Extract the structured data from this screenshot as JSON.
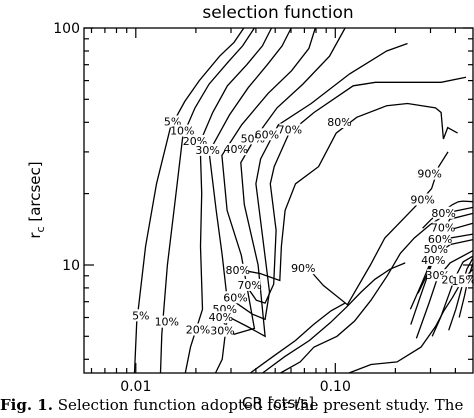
{
  "chart_data": {
    "type": "contour",
    "title": "selection function",
    "xlabel": "CR [cts/s]",
    "ylabel": "r",
    "ylabel_subscript": "c",
    "ylabel_suffix": " [arcsec]",
    "xscale": "log",
    "yscale": "log",
    "xlim": [
      0.0055,
      0.49
    ],
    "ylim": [
      3.5,
      100
    ],
    "x_ticks": [
      {
        "value": 0.01,
        "label": "0.01"
      },
      {
        "value": 0.1,
        "label": "0.10"
      }
    ],
    "y_ticks": [
      {
        "value": 10,
        "label": "10"
      },
      {
        "value": 100,
        "label": "100"
      }
    ],
    "contour_labels": [
      {
        "text": "5%",
        "x": 0.0153,
        "y": 40.3
      },
      {
        "text": "10%",
        "x": 0.0171,
        "y": 36.9
      },
      {
        "text": "20%",
        "x": 0.0198,
        "y": 33.4
      },
      {
        "text": "30%",
        "x": 0.0229,
        "y": 30.6
      },
      {
        "text": "40%",
        "x": 0.0317,
        "y": 30.8
      },
      {
        "text": "50%",
        "x": 0.0386,
        "y": 34.2
      },
      {
        "text": "60%",
        "x": 0.0454,
        "y": 35.6
      },
      {
        "text": "70%",
        "x": 0.0592,
        "y": 37.3
      },
      {
        "text": "80%",
        "x": 0.105,
        "y": 40.1
      },
      {
        "text": "90%",
        "x": 0.274,
        "y": 18.9
      },
      {
        "text": "90%",
        "x": 0.297,
        "y": 24.3
      },
      {
        "text": "90%",
        "x": 0.0691,
        "y": 9.69
      },
      {
        "text": "80%",
        "x": 0.0324,
        "y": 9.54
      },
      {
        "text": "80%",
        "x": 0.349,
        "y": 16.6
      },
      {
        "text": "70%",
        "x": 0.0372,
        "y": 8.24
      },
      {
        "text": "70%",
        "x": 0.347,
        "y": 14.4
      },
      {
        "text": "60%",
        "x": 0.0316,
        "y": 7.3
      },
      {
        "text": "60%",
        "x": 0.335,
        "y": 12.9
      },
      {
        "text": "50%",
        "x": 0.0279,
        "y": 6.51
      },
      {
        "text": "50%",
        "x": 0.319,
        "y": 11.7
      },
      {
        "text": "40%",
        "x": 0.0267,
        "y": 6.02
      },
      {
        "text": "40%",
        "x": 0.31,
        "y": 10.5
      },
      {
        "text": "30%",
        "x": 0.0272,
        "y": 5.28
      },
      {
        "text": "30%",
        "x": 0.326,
        "y": 9.05
      },
      {
        "text": "20%",
        "x": 0.0205,
        "y": 5.34
      },
      {
        "text": "20%",
        "x": 0.392,
        "y": 8.68
      },
      {
        "text": "10%",
        "x": 0.0143,
        "y": 5.76
      },
      {
        "text": "10%",
        "x": 0.44,
        "y": 8.55
      },
      {
        "text": "5%",
        "x": 0.0106,
        "y": 6.13
      },
      {
        "text": "5%",
        "x": 0.458,
        "y": 8.67
      }
    ],
    "contours": [
      {
        "level": "5%",
        "points": [
          [
            0.00985,
            3.5
          ],
          [
            0.0101,
            5.7
          ],
          [
            0.0112,
            12
          ],
          [
            0.0127,
            22
          ],
          [
            0.0149,
            38
          ],
          [
            0.0176,
            49
          ],
          [
            0.0208,
            60
          ],
          [
            0.0263,
            76
          ],
          [
            0.0311,
            87
          ],
          [
            0.0348,
            100
          ]
        ]
      },
      {
        "level": "10%",
        "points": [
          [
            0.0133,
            3.5
          ],
          [
            0.0135,
            5.1
          ],
          [
            0.0144,
            10
          ],
          [
            0.0159,
            20
          ],
          [
            0.0172,
            35
          ],
          [
            0.0198,
            46
          ],
          [
            0.0233,
            58
          ],
          [
            0.0291,
            72
          ],
          [
            0.0343,
            84
          ],
          [
            0.0393,
            100
          ]
        ]
      },
      {
        "level": "20%",
        "points": [
          [
            0.0177,
            3.5
          ],
          [
            0.0188,
            4.5
          ],
          [
            0.0216,
            6.5
          ],
          [
            0.0211,
            12
          ],
          [
            0.0214,
            20
          ],
          [
            0.021,
            33
          ],
          [
            0.0243,
            44
          ],
          [
            0.0288,
            57
          ],
          [
            0.036,
            70
          ],
          [
            0.0431,
            84
          ],
          [
            0.0479,
            100
          ]
        ]
      },
      {
        "level": "30%",
        "points": [
          [
            0.0251,
            3.5
          ],
          [
            0.0271,
            4.0
          ],
          [
            0.0291,
            6.5
          ],
          [
            0.0271,
            11
          ],
          [
            0.0253,
            17
          ],
          [
            0.0233,
            30
          ],
          [
            0.0295,
            43
          ],
          [
            0.0366,
            56
          ],
          [
            0.0456,
            70
          ],
          [
            0.0541,
            84
          ],
          [
            0.0601,
            100
          ]
        ]
      },
      {
        "level": "40%",
        "points": [
          [
            0.0271,
            5.8
          ],
          [
            0.0311,
            5.1
          ],
          [
            0.0393,
            5.4
          ],
          [
            0.0338,
            11
          ],
          [
            0.0287,
            17
          ],
          [
            0.027,
            29
          ],
          [
            0.0339,
            39
          ],
          [
            0.0461,
            53
          ],
          [
            0.0603,
            66
          ],
          [
            0.0737,
            82
          ],
          [
            0.0794,
            100
          ]
        ]
      },
      {
        "level": "50%",
        "points": [
          [
            0.0285,
            6.1
          ],
          [
            0.0362,
            5.5
          ],
          [
            0.0445,
            5.0
          ],
          [
            0.041,
            10
          ],
          [
            0.035,
            18
          ],
          [
            0.0336,
            27
          ],
          [
            0.0393,
            34
          ],
          [
            0.051,
            46
          ],
          [
            0.0688,
            58
          ],
          [
            0.0935,
            76
          ],
          [
            0.112,
            100
          ]
        ]
      },
      {
        "level": "60%",
        "points": [
          [
            0.0312,
            7.0
          ],
          [
            0.0384,
            6.2
          ],
          [
            0.0445,
            5.9
          ],
          [
            0.0468,
            7.7
          ],
          [
            0.0428,
            14
          ],
          [
            0.04,
            22
          ],
          [
            0.0422,
            28
          ],
          [
            0.0518,
            39
          ],
          [
            0.0757,
            48
          ],
          [
            0.118,
            64
          ],
          [
            0.181,
            80
          ],
          [
            0.23,
            86
          ]
        ]
      },
      {
        "level": "70%",
        "points": [
          [
            0.0368,
            7.9
          ],
          [
            0.0402,
            7.1
          ],
          [
            0.0445,
            6.9
          ],
          [
            0.0491,
            8.3
          ],
          [
            0.0505,
            14
          ],
          [
            0.0472,
            22
          ],
          [
            0.0494,
            26
          ],
          [
            0.0587,
            36
          ],
          [
            0.0782,
            44
          ],
          [
            0.123,
            57
          ],
          [
            0.159,
            59
          ],
          [
            0.241,
            59
          ],
          [
            0.339,
            59
          ],
          [
            0.452,
            62
          ]
        ]
      },
      {
        "level": "80%",
        "points": [
          [
            0.0318,
            9.6
          ],
          [
            0.042,
            9.2
          ],
          [
            0.0527,
            8.6
          ],
          [
            0.0537,
            12
          ],
          [
            0.056,
            17
          ],
          [
            0.0632,
            22
          ],
          [
            0.0825,
            26
          ],
          [
            0.101,
            36
          ],
          [
            0.128,
            42
          ],
          [
            0.181,
            47
          ],
          [
            0.23,
            48
          ],
          [
            0.318,
            46
          ],
          [
            0.339,
            44
          ],
          [
            0.348,
            34
          ],
          [
            0.366,
            38
          ],
          [
            0.41,
            36
          ]
        ]
      },
      {
        "level": "90%",
        "points": [
          [
            0.0605,
            9.9
          ],
          [
            0.0771,
            9.2
          ],
          [
            0.0871,
            8.2
          ],
          [
            0.115,
            6.8
          ],
          [
            0.15,
            10
          ],
          [
            0.177,
            13
          ],
          [
            0.225,
            16
          ],
          [
            0.274,
            19
          ],
          [
            0.304,
            21
          ],
          [
            0.33,
            26
          ],
          [
            0.367,
            30
          ]
        ]
      },
      {
        "level": "80%",
        "points": [
          [
            0.274,
            14.3
          ],
          [
            0.303,
            15.6
          ],
          [
            0.352,
            17.0
          ],
          [
            0.387,
            18.0
          ],
          [
            0.414,
            18.5
          ],
          [
            0.437,
            18.6
          ],
          [
            0.49,
            18.5
          ]
        ]
      },
      {
        "level": "70%",
        "points": [
          [
            0.312,
            10.1
          ],
          [
            0.329,
            11.2
          ],
          [
            0.349,
            13.8
          ],
          [
            0.375,
            15.6
          ],
          [
            0.49,
            16.5
          ]
        ]
      },
      {
        "level": "60%",
        "points": [
          [
            0.26,
            7.6
          ],
          [
            0.292,
            9.3
          ],
          [
            0.331,
            12.7
          ],
          [
            0.367,
            14.0
          ],
          [
            0.49,
            15.0
          ]
        ]
      },
      {
        "level": "50%",
        "points": [
          [
            0.238,
            6.5
          ],
          [
            0.272,
            8.4
          ],
          [
            0.316,
            11.4
          ],
          [
            0.355,
            12.9
          ],
          [
            0.49,
            13.5
          ]
        ]
      },
      {
        "level": "40%",
        "points": [
          [
            0.239,
            5.6
          ],
          [
            0.269,
            7.5
          ],
          [
            0.308,
            10.4
          ],
          [
            0.337,
            11.4
          ],
          [
            0.377,
            12.2
          ],
          [
            0.49,
            12.8
          ]
        ]
      },
      {
        "level": "30%",
        "points": [
          [
            0.255,
            4.9
          ],
          [
            0.295,
            6.9
          ],
          [
            0.325,
            8.8
          ],
          [
            0.376,
            10.2
          ],
          [
            0.49,
            11.5
          ]
        ]
      },
      {
        "level": "20%",
        "points": [
          [
            0.306,
            5.0
          ],
          [
            0.337,
            6.0
          ],
          [
            0.373,
            7.6
          ],
          [
            0.397,
            8.8
          ],
          [
            0.437,
            10.3
          ],
          [
            0.49,
            10.9
          ]
        ]
      },
      {
        "level": "10%",
        "points": [
          [
            0.37,
            5.3
          ],
          [
            0.402,
            6.5
          ],
          [
            0.433,
            8.2
          ],
          [
            0.456,
            9.6
          ],
          [
            0.49,
            10.7
          ]
        ]
      },
      {
        "level": "5%",
        "points": [
          [
            0.418,
            6.0
          ],
          [
            0.444,
            7.4
          ],
          [
            0.465,
            8.9
          ],
          [
            0.49,
            10.2
          ]
        ]
      },
      {
        "level": "0%",
        "points": [
          [
            0.117,
            3.5
          ],
          [
            0.151,
            3.8
          ],
          [
            0.204,
            3.9
          ],
          [
            0.269,
            4.5
          ],
          [
            0.318,
            5.5
          ],
          [
            0.35,
            6.4
          ],
          [
            0.387,
            7.3
          ],
          [
            0.436,
            8.7
          ],
          [
            0.49,
            9.6
          ]
        ]
      },
      {
        "level": "0%",
        "points": [
          [
            0.0531,
            3.5
          ],
          [
            0.0667,
            3.9
          ],
          [
            0.0781,
            4.5
          ],
          [
            0.102,
            5.0
          ],
          [
            0.125,
            5.8
          ],
          [
            0.151,
            7.1
          ],
          [
            0.182,
            9.0
          ],
          [
            0.212,
            11.2
          ],
          [
            0.249,
            13.0
          ],
          [
            0.299,
            14.8
          ],
          [
            0.373,
            16.7
          ],
          [
            0.49,
            17.5
          ]
        ]
      },
      {
        "level": "0%",
        "points": [
          [
            0.0432,
            3.5
          ],
          [
            0.0557,
            4.1
          ],
          [
            0.0742,
            4.8
          ],
          [
            0.0943,
            5.7
          ],
          [
            0.113,
            6.6
          ],
          [
            0.135,
            7.7
          ],
          [
            0.158,
            8.7
          ],
          [
            0.188,
            9.6
          ],
          [
            0.224,
            10.2
          ]
        ]
      },
      {
        "level": "0%",
        "points": [
          [
            0.0375,
            3.5
          ],
          [
            0.0486,
            4.1
          ],
          [
            0.0632,
            4.8
          ],
          [
            0.0777,
            5.6
          ],
          [
            0.0951,
            6.4
          ],
          [
            0.112,
            6.9
          ]
        ]
      }
    ]
  },
  "caption": {
    "prefix": "Fig. 1.",
    "text": " Selection function adopted for the present study. The"
  }
}
